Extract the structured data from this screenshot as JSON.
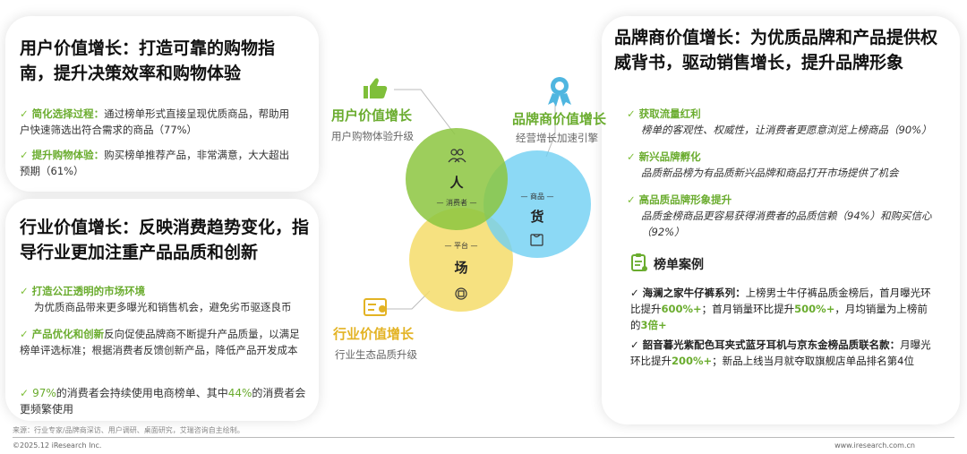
{
  "user_card": {
    "title": "用户价值增长：打造可靠的购物指南，提升决策效率和购物体验",
    "items": [
      {
        "label": "简化选择过程：",
        "text": "通过榜单形式直接呈现优质商品，帮助用户快速筛选出符合需求的商品（77%）"
      },
      {
        "label": "提升购物体验：",
        "text": "购买榜单推荐产品，非常满意，大大超出预期（61%）"
      }
    ]
  },
  "industry_card": {
    "title": "行业价值增长：反映消费趋势变化，指导行业更加注重产品品质和创新",
    "items": [
      {
        "label": "打造公正透明的市场环境",
        "text": "为优质商品带来更多曝光和销售机会，避免劣币驱逐良币"
      },
      {
        "label": "产品优化和创新",
        "text": "反向促使品牌商不断提升产品质量，以满足榜单评选标准；根据消费者反馈创新产品，降低产品开发成本"
      }
    ],
    "stat": {
      "pct1": "97%",
      "text1": "的消费者会持续使用电商榜单、其中",
      "pct2": "44%",
      "text2": "的消费者会更频繁使用"
    }
  },
  "brand_card": {
    "title": "品牌商价值增长：为优质品牌和产品提供权威背书，驱动销售增长，提升品牌形象",
    "items": [
      {
        "label": "获取流量红利",
        "text": "榜单的客观性、权威性，让消费者更愿意浏览上榜商品（90%）"
      },
      {
        "label": "新兴品牌孵化",
        "text": "品质新品榜为有品质新兴品牌和商品打开市场提供了机会"
      },
      {
        "label": "高品质品牌形象提升",
        "text": "品质金榜商品更容易获得消费者的品质信赖（94%）和购买信心（92%）"
      }
    ],
    "case_title": "榜单案例",
    "cases": [
      {
        "brand": "海澜之家牛仔裤系列：",
        "t1": "上榜男士牛仔裤品质金榜后，首月曝光环比提升",
        "v1": "600%+",
        "t2": "；首月销量环比提升",
        "v2": "500%+",
        "t3": "，月均销量为上榜前的",
        "v3": "3倍+"
      },
      {
        "brand": "韶音暮光紫配色耳夹式蓝牙耳机与京东金榜品质联名款：",
        "t1": "月曝光环比提升",
        "v1": "200%+",
        "t2": "；新品上线当月就夺取旗舰店单品排名第4位"
      }
    ]
  },
  "venn": {
    "user": {
      "title": "用户价值增长",
      "subtitle": "用户购物体验升级",
      "char": "人",
      "tag": "消费者"
    },
    "brand": {
      "title": "品牌商价值增长",
      "subtitle": "经营增长加速引擎",
      "char": "货",
      "tag": "商品"
    },
    "industry": {
      "title": "行业价值增长",
      "subtitle": "行业生态品质升级",
      "char": "场",
      "tag": "平台"
    }
  },
  "colors": {
    "green": "#8cc63f",
    "blue": "#4fc3ea",
    "yellow": "#f5dc6a",
    "accent": "#6aac2e"
  },
  "footer": {
    "source": "来源：行业专家/品牌商深访、用户调研、桌面研究，艾瑞咨询自主绘制。",
    "copyright": "©2025.12 iResearch Inc.",
    "website": "www.iresearch.com.cn"
  }
}
